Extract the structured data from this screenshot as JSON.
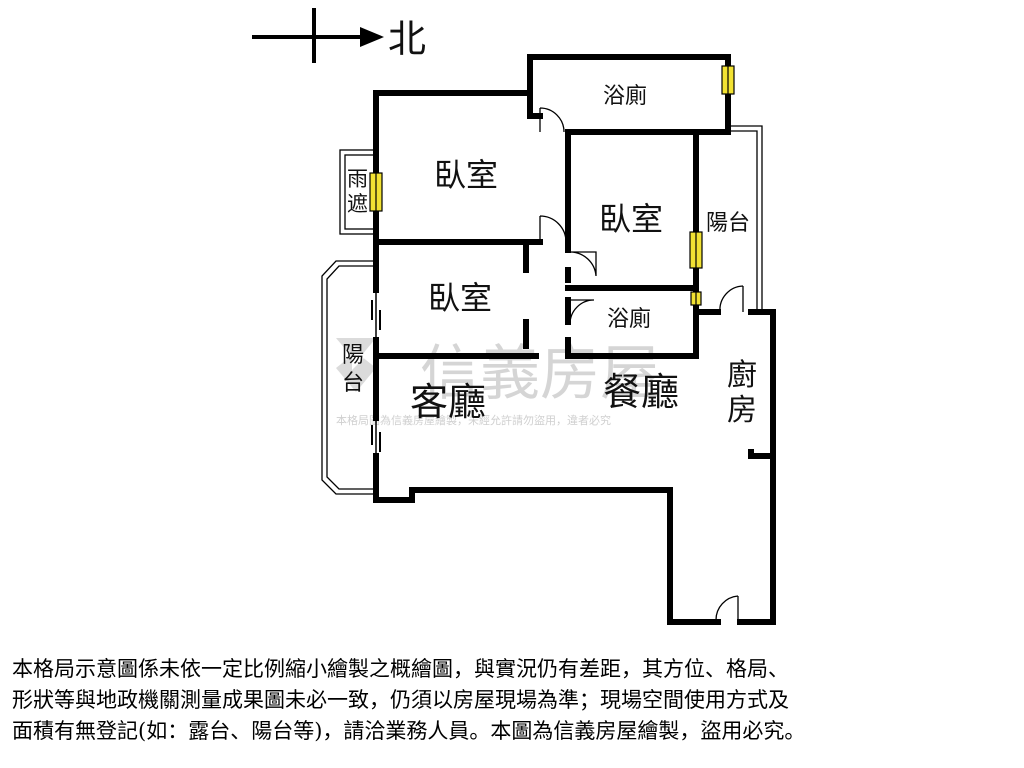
{
  "compass": {
    "label": "北"
  },
  "rooms": {
    "bathroom_top": "浴廁",
    "bedroom_master": "臥室",
    "bedroom_middle": "臥室",
    "bedroom_left": "臥室",
    "bathroom_small": "浴廁",
    "balcony_right": "陽台",
    "balcony_left": [
      "陽",
      "台"
    ],
    "canopy": [
      "雨",
      "遮"
    ],
    "living_room": "客廳",
    "dining_room": "餐廳",
    "kitchen": [
      "廚",
      "房"
    ]
  },
  "watermark": {
    "brand": "信義房屋",
    "notice": "本格局圖為信義房屋繪製，未經允許請勿盜用，違者必究"
  },
  "disclaimer": [
    "本格局示意圖係未依一定比例縮小繪製之概繪圖，與實況仍有差距，其方位、格局、",
    "形狀等與地政機關測量成果圖未必一致，仍須以房屋現場為準；現場空間使用方式及",
    "面積有無登記(如：露台、陽台等)，請洽業務人員。本圖為信義房屋繪製，盜用必究。"
  ]
}
